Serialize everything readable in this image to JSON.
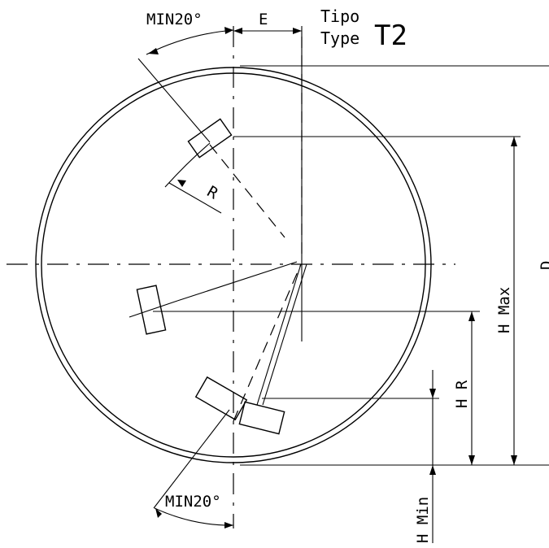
{
  "title": {
    "tipo": "Tipo",
    "type": "Type",
    "code": "T2"
  },
  "labels": {
    "min_angle_top": "MIN20°",
    "min_angle_bottom": "MIN20°",
    "e": "E",
    "r": "R",
    "d": "D",
    "h_max": "H Max",
    "h_r": "H R",
    "h_min": "H Min"
  }
}
